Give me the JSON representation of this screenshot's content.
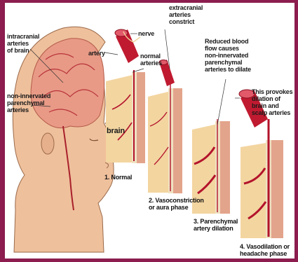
{
  "labels": {
    "intracranial": "intracranial\narteries\nof brain",
    "non_innervated": "non-innervated\nparenchymal\narteries",
    "nerve": "nerve",
    "artery": "artery",
    "normal_arteries": "normal\narteries",
    "extracranial": "extracranial\narteries\nconstrict",
    "reduced_flow": "Reduced blood\nflow causes\nnon-innervated\nparenchymal\narteries to dilate",
    "provokes": "This provokes\ndilation of\nbrain and\nscalp arteries",
    "brain": "brain"
  },
  "captions": {
    "step1": "1. Normal",
    "step2": "2. Vasoconstriction\nor aura phase",
    "step3": "3. Parenchymal\nartery dilation",
    "step4": "4. Vasodilation or\nheadache phase"
  },
  "colors": {
    "frame": "#8c1d4e",
    "skin": "#f2c7a6",
    "brain_tissue": "#f3d9a6",
    "artery_red": "#b3132b",
    "scalp_band": "#e2a08a",
    "bone": "#f0e6c9"
  }
}
